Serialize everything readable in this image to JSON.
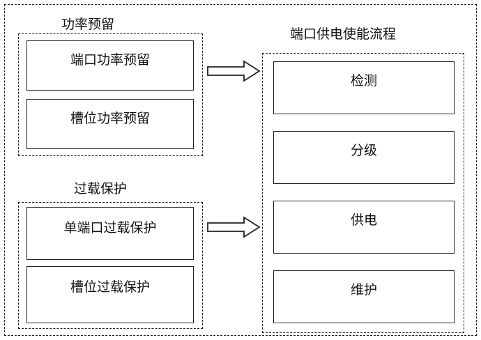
{
  "power_reserve": {
    "title": "功率预留",
    "items": [
      "端口功率预留",
      "槽位功率预留"
    ]
  },
  "overload_protection": {
    "title": "过载保护",
    "items": [
      "单端口过载保护",
      "槽位过载保护"
    ]
  },
  "port_power_flow": {
    "title": "端口供电使能流程",
    "steps": [
      "检测",
      "分级",
      "供电",
      "维护"
    ]
  }
}
